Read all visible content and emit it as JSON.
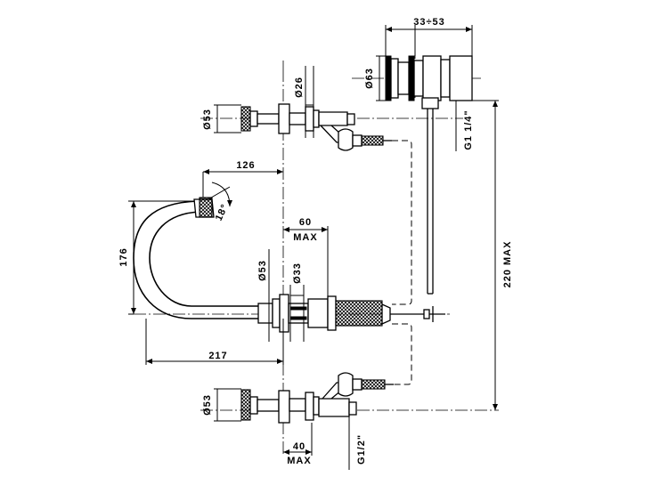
{
  "dimensions": {
    "d33_53": "33÷53",
    "d63": "Ø63",
    "d26": "Ø26",
    "g1_4": "G1 1/4\"",
    "d53_top": "Ø53",
    "d126": "126",
    "deg18": "18°",
    "d60": "60",
    "max_60": "MAX",
    "d176": "176",
    "d53_mid": "Ø53",
    "d33": "Ø33",
    "d220": "220 MAX",
    "d217": "217",
    "d53_bot": "Ø53",
    "d40": "40",
    "max_40": "MAX",
    "g1_2": "G1/2\""
  }
}
